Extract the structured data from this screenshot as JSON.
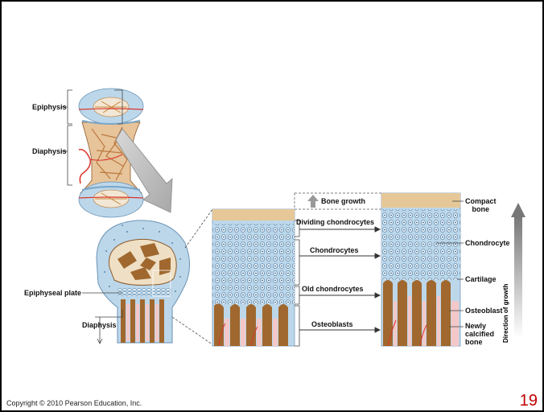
{
  "labels": {
    "epiphysis": "Epiphysis",
    "diaphysis_top": "Diaphysis",
    "epiphyseal_plate": "Epiphyseal plate",
    "diaphysis_bottom": "Diaphysis",
    "bone_growth": "Bone growth",
    "dividing_chondrocytes": "Dividing chondrocytes",
    "chondrocytes": "Chondrocytes",
    "old_chondrocytes": "Old chondrocytes",
    "osteoblasts": "Osteoblasts",
    "compact_bone": "Compact\nbone",
    "chondrocyte": "Chondrocyte",
    "cartilage": "Cartilage",
    "osteoblast": "Osteoblast",
    "newly_calcified_bone": "Newly\ncalcified\nbone",
    "direction_of_growth": "Direction of growth"
  },
  "footer": {
    "copyright": "Copyright © 2010 Pearson Education, Inc.",
    "page_number": "19"
  },
  "colors": {
    "cartilage_blue": "#bcd7ea",
    "bone_brown": "#a0682e",
    "marrow_pink": "#f4c8c8",
    "compact_tan": "#e6c898",
    "vessel_red": "#d9342b"
  }
}
